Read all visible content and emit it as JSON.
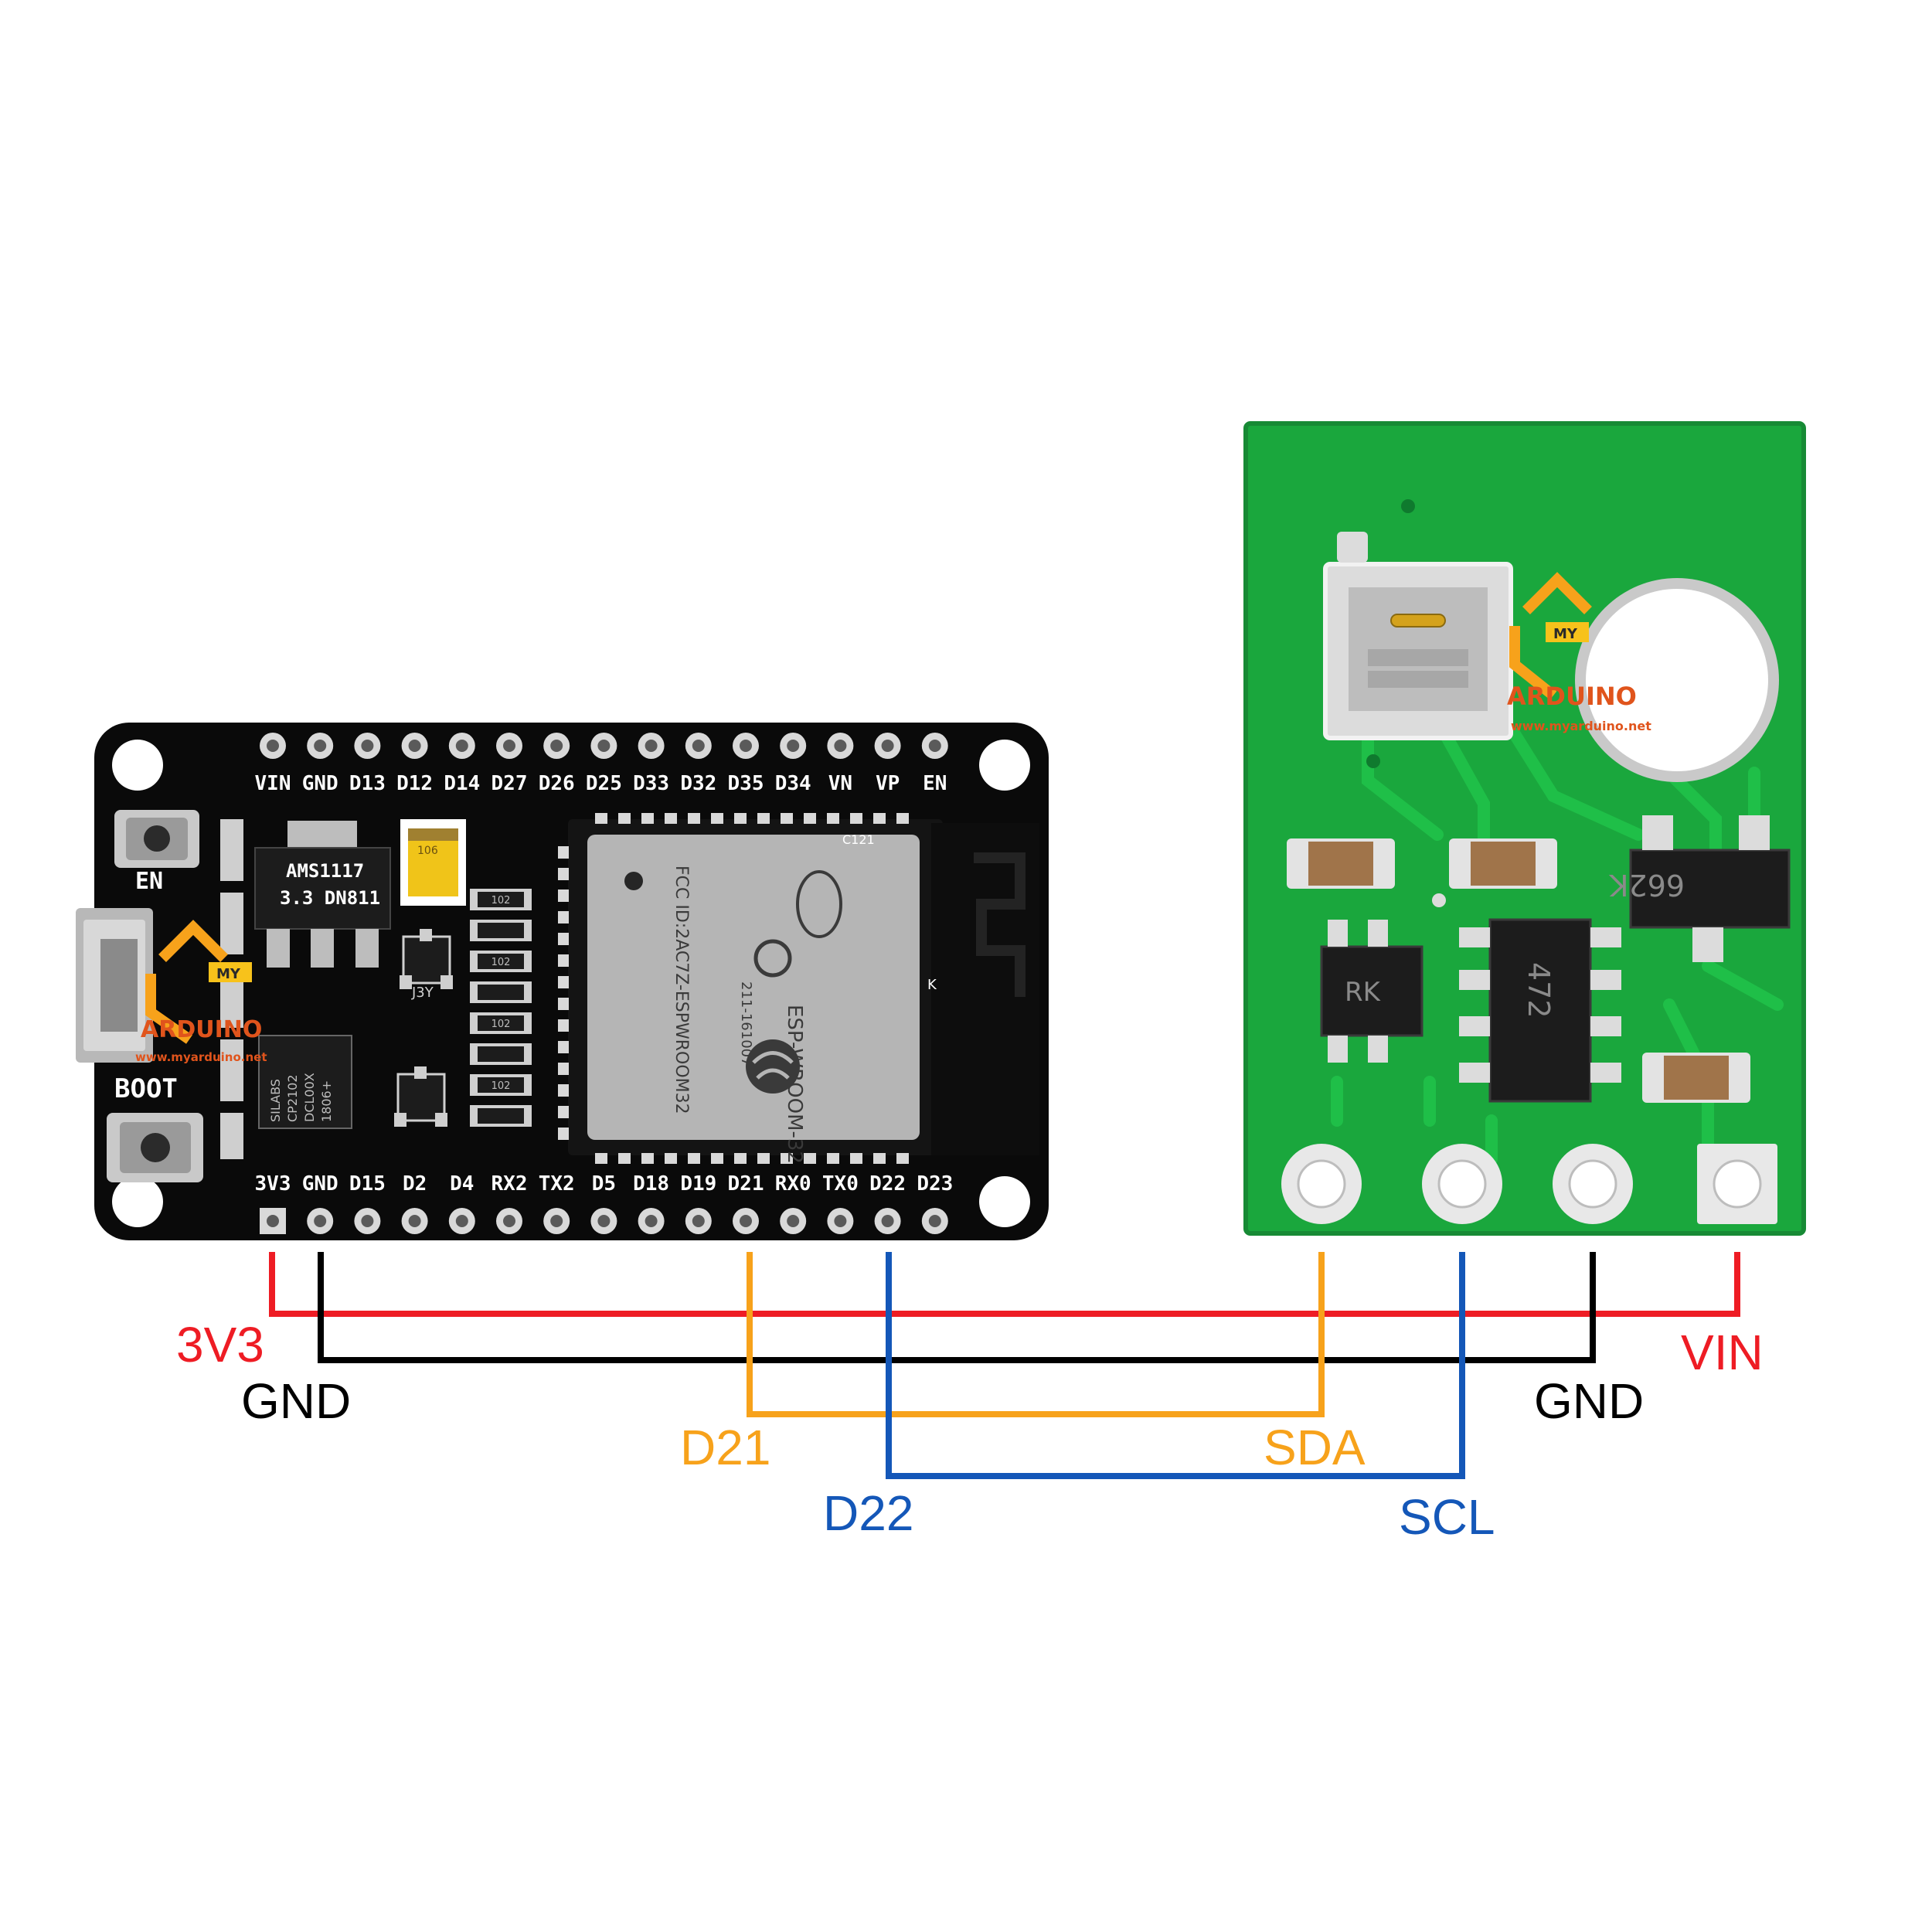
{
  "colors": {
    "power": "#ee1c24",
    "ground": "#000000",
    "sda": "#f7a21b",
    "scl": "#1457b8",
    "esp_board": "#0a0a0a",
    "sensor_board": "#1aa73d"
  },
  "esp32": {
    "top_pins": [
      "VIN",
      "GND",
      "D13",
      "D12",
      "D14",
      "D27",
      "D26",
      "D25",
      "D33",
      "D32",
      "D35",
      "D34",
      "VN",
      "VP",
      "EN"
    ],
    "bottom_pins": [
      "3V3",
      "GND",
      "D15",
      "D2",
      "D4",
      "RX2",
      "TX2",
      "D5",
      "D18",
      "D19",
      "D21",
      "RX0",
      "TX0",
      "D22",
      "D23"
    ],
    "button_en": "EN",
    "button_boot": "BOOT",
    "regulator": [
      "AMS1117",
      "3.3  DN811"
    ],
    "usb_chip": [
      "SILABS",
      "CP2102",
      "DCL00X",
      "1806+"
    ],
    "module_model": "ESP-WROOM-32",
    "module_fcc": "FCC ID:2AC7Z-ESPWROOM32",
    "module_code": "211-161007",
    "module_cert": "C121",
    "cap_label": "106",
    "resistor_label": "102",
    "transistor_label": "J3Y",
    "antenna_mark": "K"
  },
  "sensor": {
    "ic_label": "472",
    "reg_label": "662K",
    "fet_label": "RK"
  },
  "logo": {
    "word": "ARDUINO",
    "badge": "MY",
    "url": "www.myarduino.net"
  },
  "wiring": {
    "esp_labels": {
      "power": "3V3",
      "ground": "GND",
      "sda": "D21",
      "scl": "D22"
    },
    "sensor_labels": {
      "power": "VIN",
      "ground": "GND",
      "sda": "SDA",
      "scl": "SCL"
    }
  }
}
